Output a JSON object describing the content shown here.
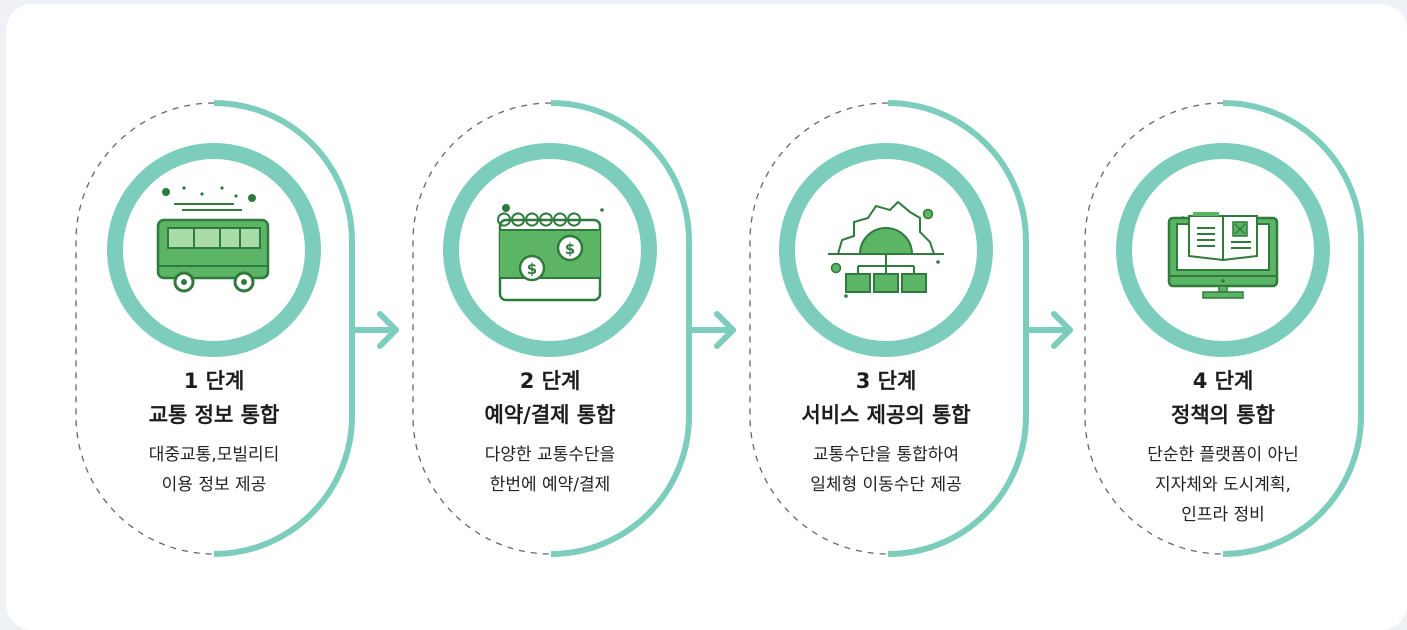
{
  "colors": {
    "teal": "#7dcdbd",
    "green": "#5cb565",
    "dark_green": "#2f7a3c",
    "dashed": "#666666"
  },
  "stages": [
    {
      "step": "1 단계",
      "title": "교통 정보 통합",
      "desc": [
        "대중교통,모빌리티",
        "이용 정보 제공"
      ],
      "icon": "bus-icon"
    },
    {
      "step": "2 단계",
      "title": "예약/결제 통합",
      "desc": [
        "다양한 교통수단을",
        "한번에 예약/결제"
      ],
      "icon": "calendar-payment-icon"
    },
    {
      "step": "3 단계",
      "title": "서비스 제공의 통합",
      "desc": [
        "교통수단을 통합하여",
        "일체형 이동수단 제공"
      ],
      "icon": "gear-network-icon"
    },
    {
      "step": "4 단계",
      "title": "정책의 통합",
      "desc": [
        "단순한 플랫폼이 아닌",
        "지자체와 도시계획,",
        "인프라 정비"
      ],
      "icon": "monitor-book-icon"
    }
  ],
  "arrows": [
    "arrow-right-icon",
    "arrow-right-icon",
    "arrow-right-icon"
  ]
}
